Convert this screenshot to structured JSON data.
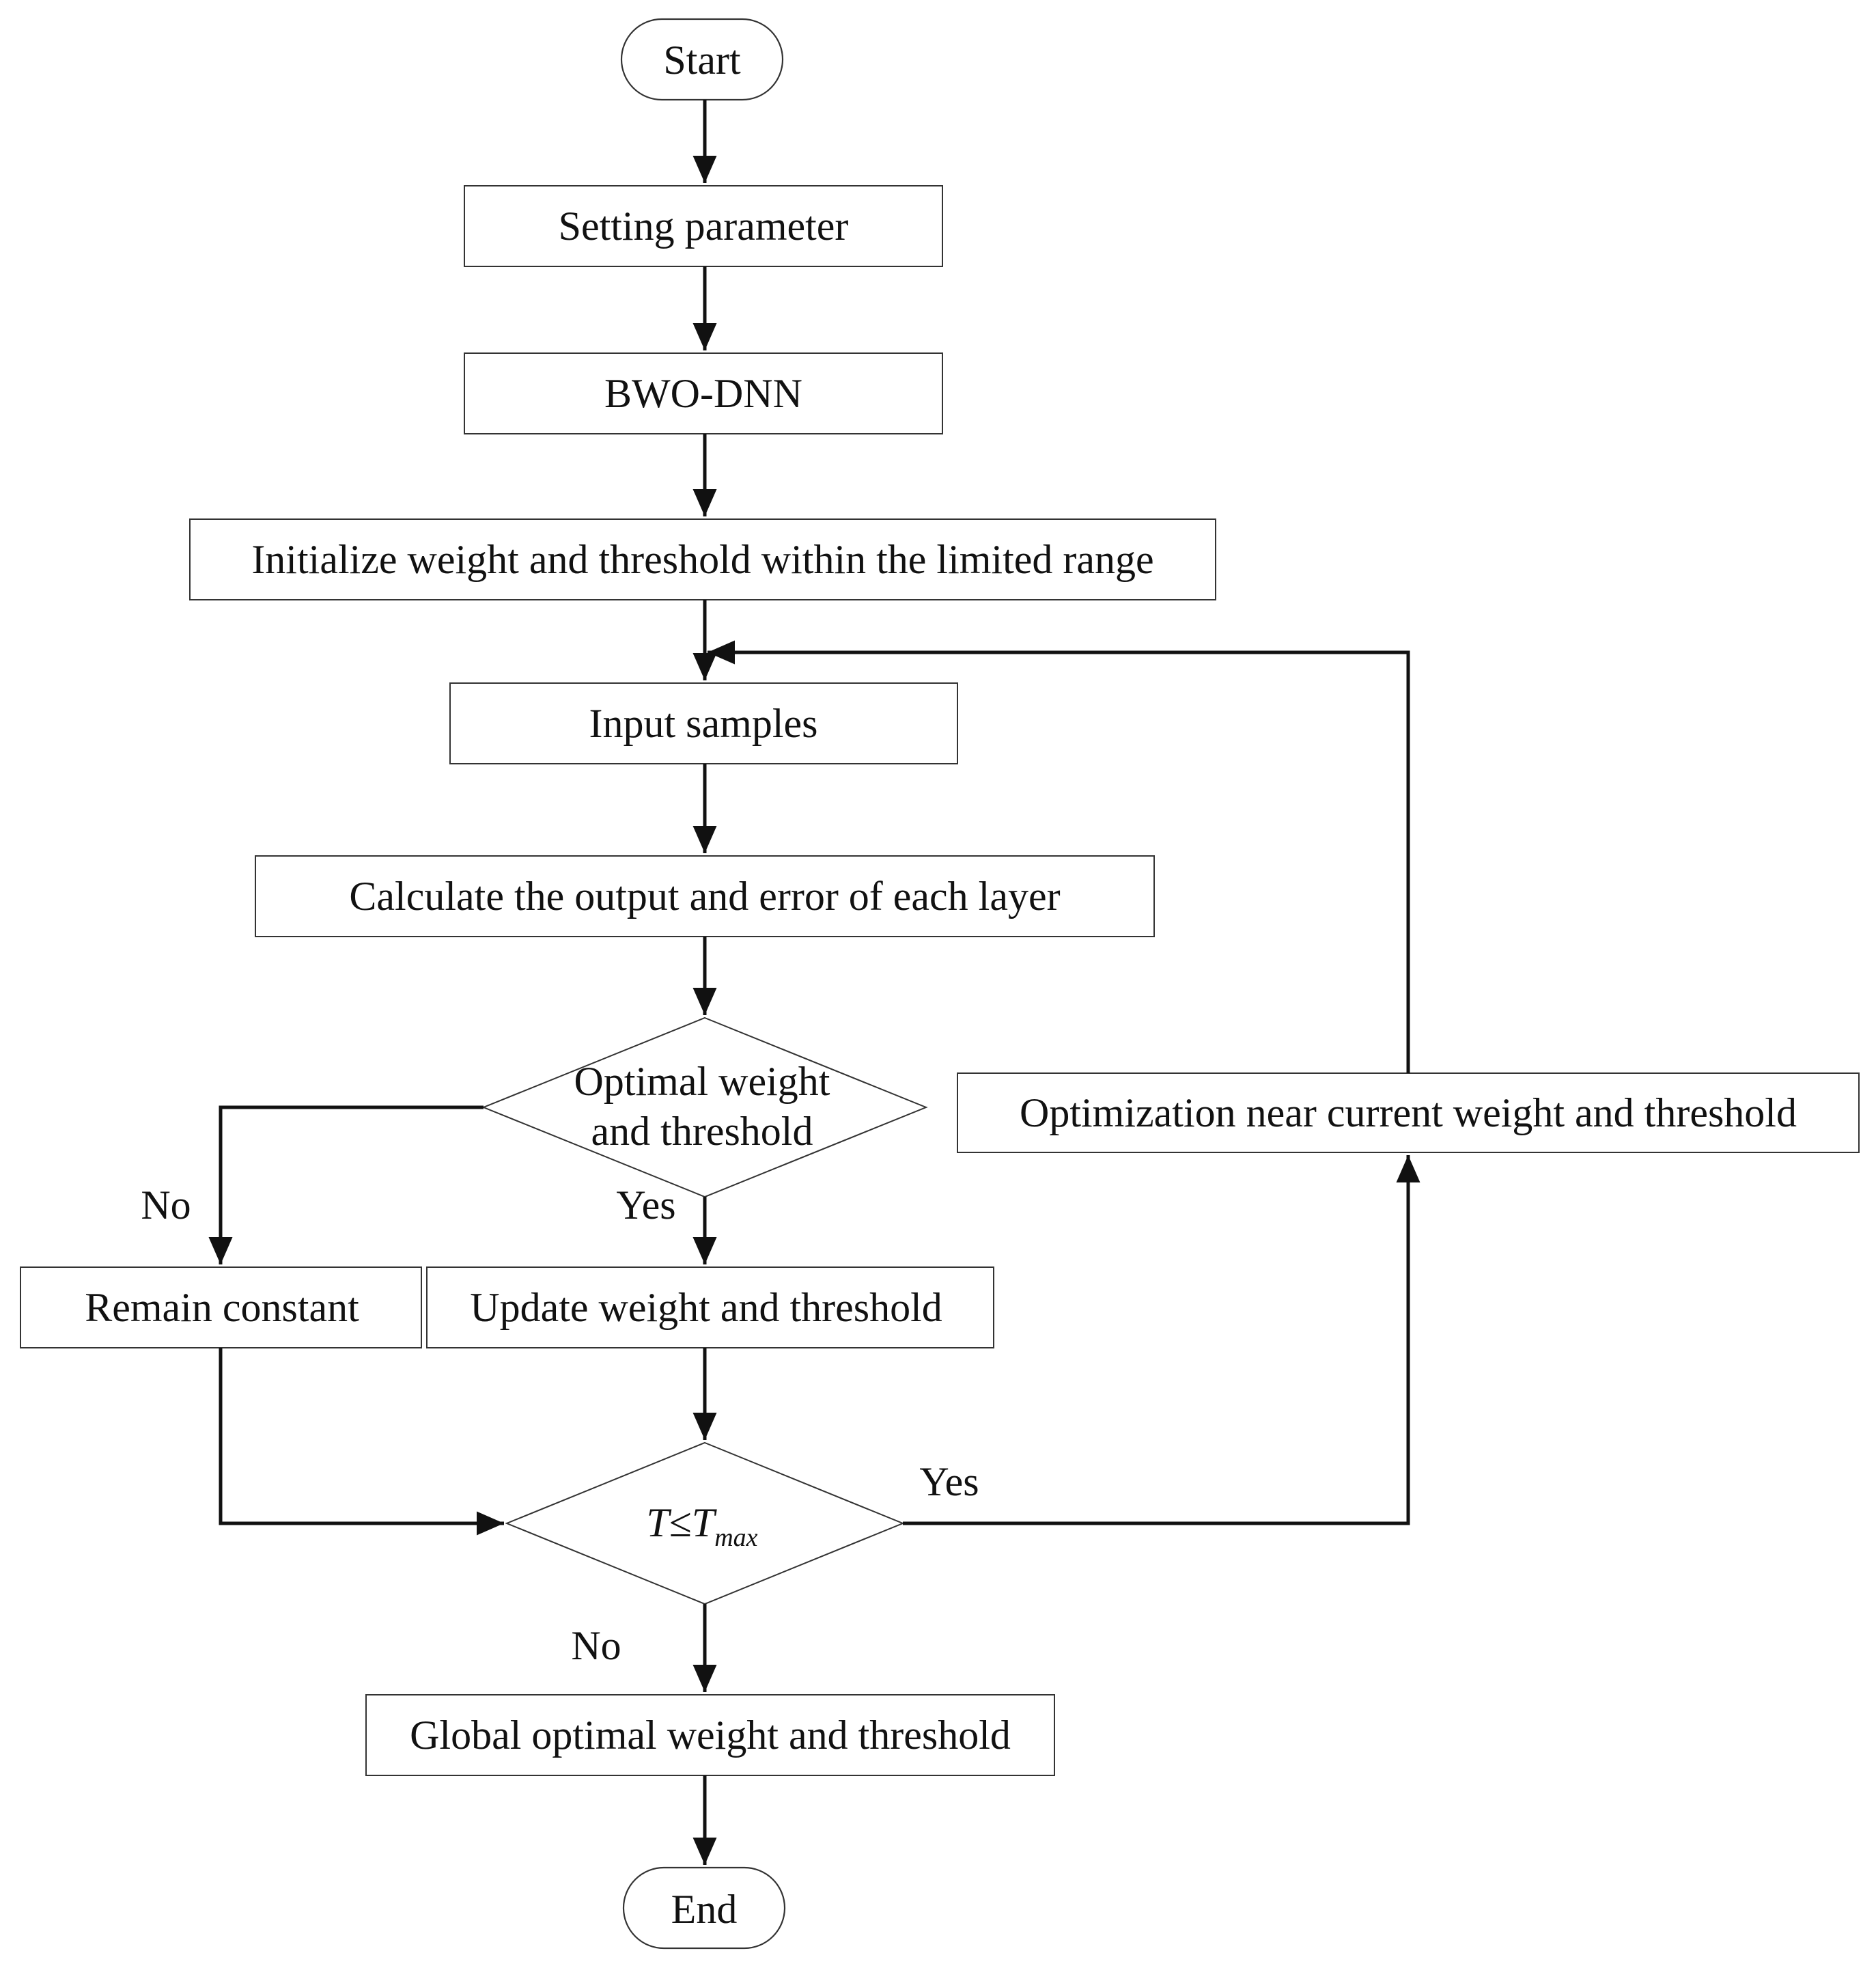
{
  "nodes": {
    "start": "Start",
    "setting": "Setting parameter",
    "bwo": "BWO-DNN",
    "init": "Initialize weight and threshold within the limited range",
    "input": "Input samples",
    "calc": "Calculate the output and error of each layer",
    "optimal_line1": "Optimal weight",
    "optimal_line2": "and threshold",
    "remain": "Remain constant",
    "update": "Update weight and threshold",
    "cond_T": "T",
    "cond_op": "≤",
    "cond_Tmax": "T",
    "cond_sub": "max",
    "optimization": "Optimization near current weight and threshold",
    "global": "Global optimal weight and threshold",
    "end": "End"
  },
  "edge_labels": {
    "optimal_no": "No",
    "optimal_yes": "Yes",
    "cond_yes": "Yes",
    "cond_no": "No"
  }
}
